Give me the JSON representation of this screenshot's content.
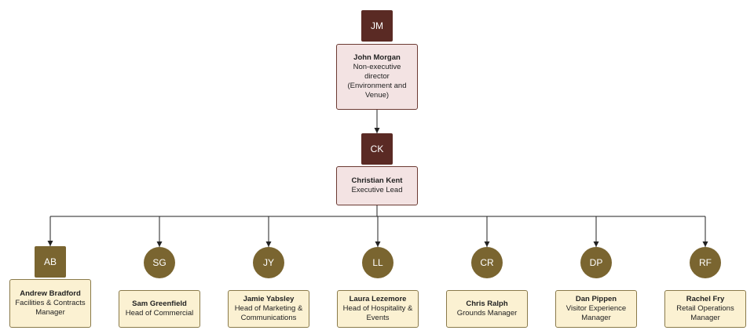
{
  "colors": {
    "leader_avatar": "#5a2a24",
    "dept_avatar": "#7a6530",
    "connector": "#222222"
  },
  "leaders": [
    {
      "id": "jm",
      "initials": "JM",
      "name": "John Morgan",
      "role_lines": [
        "Non-executive",
        "director",
        "(Environment and",
        "Venue)"
      ]
    },
    {
      "id": "ck",
      "initials": "CK",
      "name": "Christian Kent",
      "role_lines": [
        "Executive Lead"
      ]
    }
  ],
  "departments": [
    {
      "id": "ab",
      "initials": "AB",
      "shape": "square",
      "name": "Andrew Bradford",
      "role_lines": [
        "Facilities & Contracts",
        "Manager"
      ]
    },
    {
      "id": "sg",
      "initials": "SG",
      "shape": "circle",
      "name": "Sam Greenfield",
      "role_lines": [
        "Head of Commercial"
      ]
    },
    {
      "id": "jy",
      "initials": "JY",
      "shape": "circle",
      "name": "Jamie Yabsley",
      "role_lines": [
        "Head of Marketing &",
        "Communications"
      ]
    },
    {
      "id": "ll",
      "initials": "LL",
      "shape": "circle",
      "name": "Laura Lezemore",
      "role_lines": [
        "Head of Hospitality &",
        "Events"
      ]
    },
    {
      "id": "cr",
      "initials": "CR",
      "shape": "circle",
      "name": "Chris Ralph",
      "role_lines": [
        "Grounds Manager"
      ]
    },
    {
      "id": "dp",
      "initials": "DP",
      "shape": "circle",
      "name": "Dan Pippen",
      "role_lines": [
        "Visitor Experience",
        "Manager"
      ]
    },
    {
      "id": "rf",
      "initials": "RF",
      "shape": "circle",
      "name": "Rachel Fry",
      "role_lines": [
        "Retail Operations",
        "Manager"
      ]
    }
  ]
}
